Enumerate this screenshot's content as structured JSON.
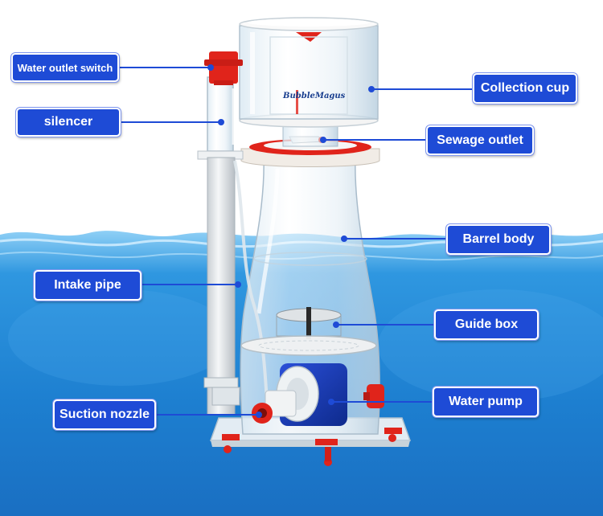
{
  "colors": {
    "label_bg": "#1e4bd6",
    "label_text": "#ffffff",
    "leader_line": "#1e4bd6",
    "water": "#1f86d6",
    "accent_red": "#e0241b"
  },
  "product_logo": "BubbleMagus",
  "labels": {
    "water_outlet_switch": "Water outlet switch",
    "silencer": "silencer",
    "intake_pipe": "Intake pipe",
    "suction_nozzle": "Suction nozzle",
    "collection_cup": "Collection cup",
    "sewage_outlet": "Sewage outlet",
    "barrel_body": "Barrel body",
    "guide_box": "Guide box",
    "water_pump": "Water pump"
  }
}
